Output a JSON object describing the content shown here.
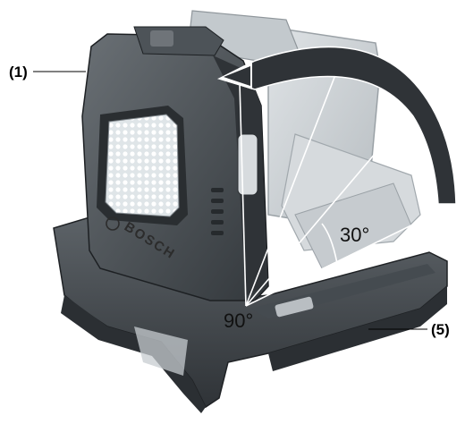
{
  "callouts": {
    "part_1": "(1)",
    "part_5": "(5)"
  },
  "angles": {
    "upright": "90°",
    "tilt": "30°"
  },
  "brand": "BOSCH",
  "colors": {
    "housing_dark": "#3d4247",
    "housing_mid": "#5b6166",
    "housing_light": "#8a9095",
    "ghost": "#c9ced2",
    "lamp_white": "#eef2f4",
    "line": "#ffffff",
    "text": "#000000"
  },
  "icons": {
    "rotation_arrow": "curved-arrow-icon"
  }
}
